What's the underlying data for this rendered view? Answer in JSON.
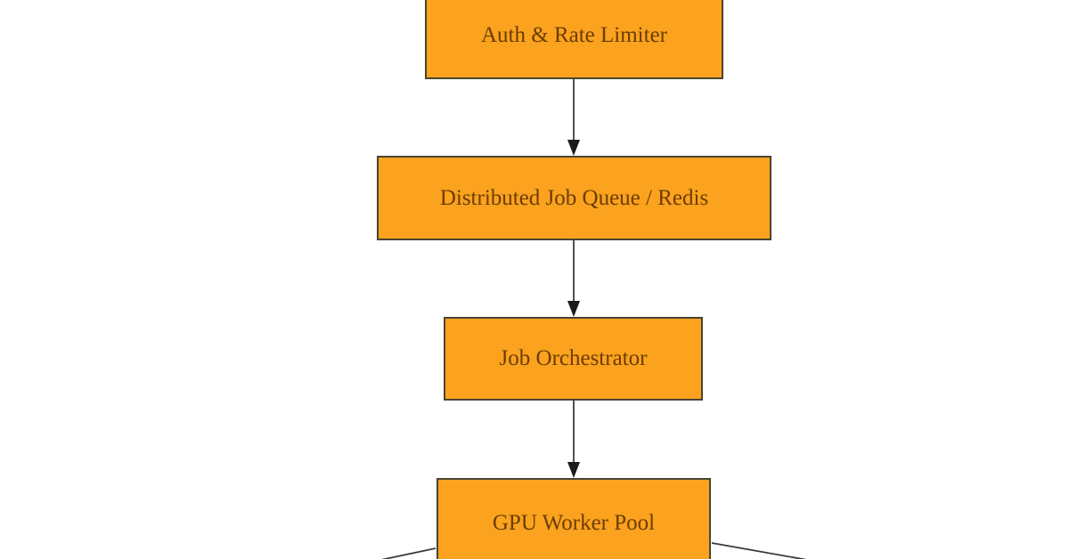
{
  "diagram": {
    "type": "flowchart",
    "background_color": "#ffffff",
    "node_fill_color": "#fba21e",
    "node_border_color": "#494433",
    "node_text_color": "#6c3d06",
    "connector_color": "#262626",
    "nodes": [
      {
        "id": "auth-rate-limiter",
        "label": "Auth & Rate Limiter"
      },
      {
        "id": "distributed-job-queue",
        "label": "Distributed Job Queue / Redis"
      },
      {
        "id": "job-orchestrator",
        "label": "Job Orchestrator"
      },
      {
        "id": "gpu-worker-pool",
        "label": "GPU Worker Pool"
      }
    ],
    "edges": [
      {
        "from": "auth-rate-limiter",
        "to": "distributed-job-queue",
        "style": "solid",
        "arrowhead": "filled-triangle-down"
      },
      {
        "from": "distributed-job-queue",
        "to": "job-orchestrator",
        "style": "solid",
        "arrowhead": "filled-triangle-down"
      },
      {
        "from": "job-orchestrator",
        "to": "gpu-worker-pool",
        "style": "solid",
        "arrowhead": "filled-triangle-down"
      },
      {
        "from": "gpu-worker-pool",
        "to": "offscreen-bottom-left",
        "style": "solid",
        "arrowhead": "not-visible"
      },
      {
        "from": "gpu-worker-pool",
        "to": "offscreen-bottom-right",
        "style": "solid",
        "arrowhead": "not-visible"
      }
    ]
  }
}
